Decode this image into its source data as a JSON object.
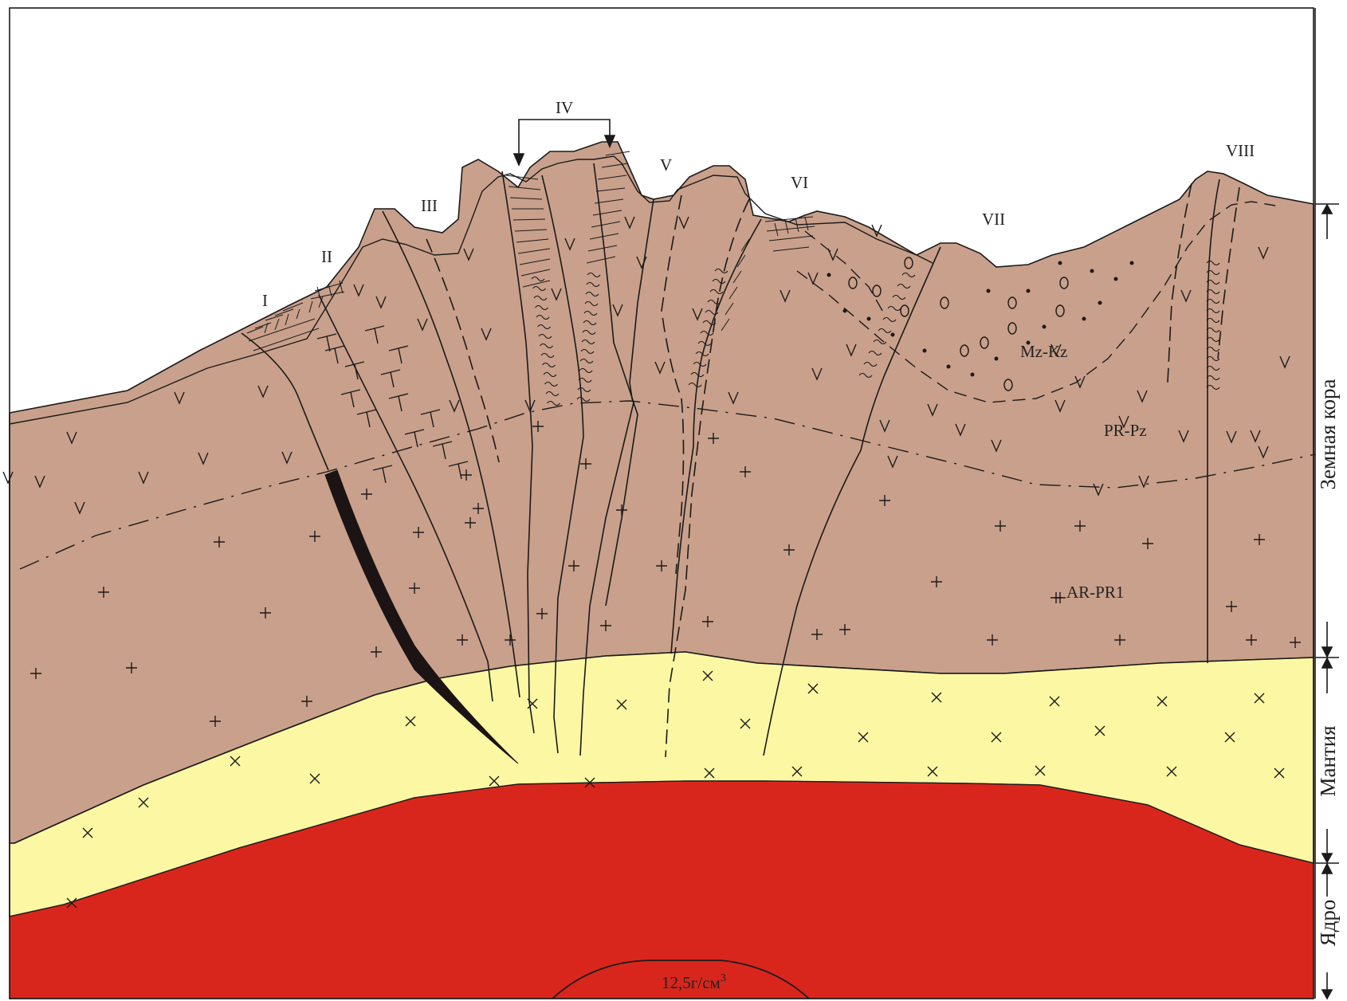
{
  "colors": {
    "crust": "#c9a08b",
    "mantle": "#fbf7a3",
    "core": "#d9261c",
    "line": "#1a1a1a",
    "slab": "#1c1414"
  },
  "zones": [
    "I",
    "II",
    "III",
    "IV",
    "V",
    "VI",
    "VII",
    "VIII"
  ],
  "units": {
    "mz_kz": "Mz-Kz",
    "pr_pz": "PR-Pz",
    "ar_pr1": "AR-PR1"
  },
  "core_density": "12,5г/см",
  "core_density_sup": "3",
  "side_labels": {
    "crust": "Земная кора",
    "mantle": "Мантия",
    "core": "Ядро"
  }
}
